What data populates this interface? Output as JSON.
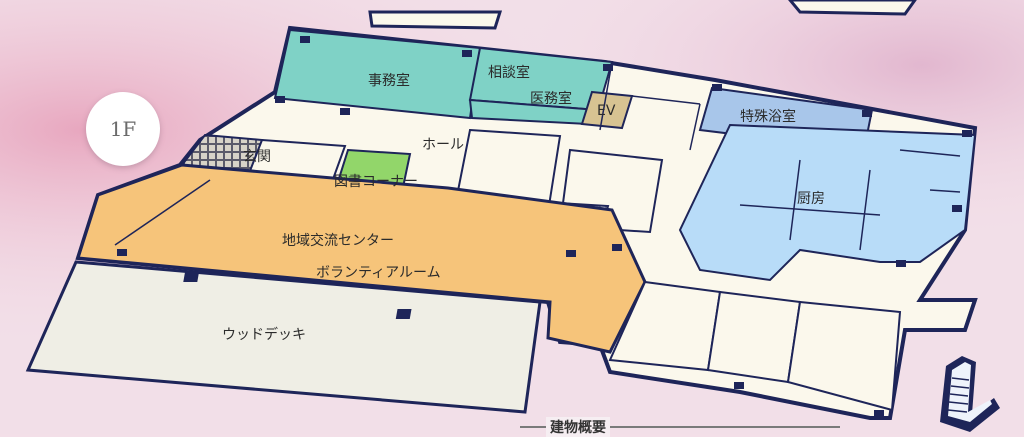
{
  "floor": {
    "badge": "1F"
  },
  "rooms": {
    "office": "事務室",
    "consultation": "相談室",
    "medical": "医務室",
    "elevator": "EV",
    "special_bath": "特殊浴室",
    "hall": "ホール",
    "entrance": "玄関",
    "library_corner": "図書コーナー",
    "kitchen": "厨房",
    "community_center": "地域交流センター",
    "volunteer_room": "ボランティアルーム",
    "wood_deck": "ウッドデッキ"
  },
  "summary": {
    "heading": "建物概要"
  },
  "colors": {
    "office": "#7fd2c6",
    "library": "#92d66a",
    "community": "#f6c47a",
    "bath": "#a8c6ea",
    "kitchen": "#b8dcf8",
    "floor": "#fbf8ec",
    "deck": "#efeee5",
    "walls": "#1e2559"
  }
}
